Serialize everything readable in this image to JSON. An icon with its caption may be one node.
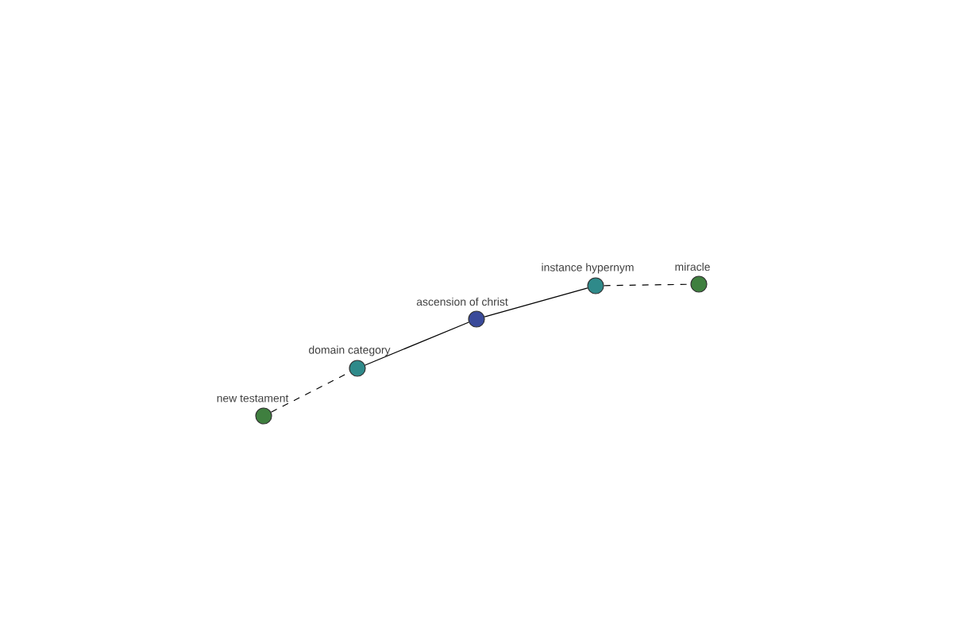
{
  "diagram": {
    "nodes": [
      {
        "text": [
          "new testament"
        ]
      },
      {
        "text": [
          "domain category"
        ]
      },
      {
        "text": [
          "ascension of christ"
        ]
      },
      {
        "text": [
          "instance hypernym"
        ]
      },
      {
        "text": [
          "miracle"
        ]
      }
    ],
    "edges": [
      {
        "from": 0,
        "to": 1,
        "arrow": "none",
        "style": "dashed"
      },
      {
        "from": 1,
        "to": 2,
        "arrow": "none"
      },
      {
        "from": 2,
        "to": 3,
        "arrow": "none"
      },
      {
        "from": 3,
        "to": 4,
        "arrow": "none",
        "style": "dashed"
      }
    ]
  }
}
